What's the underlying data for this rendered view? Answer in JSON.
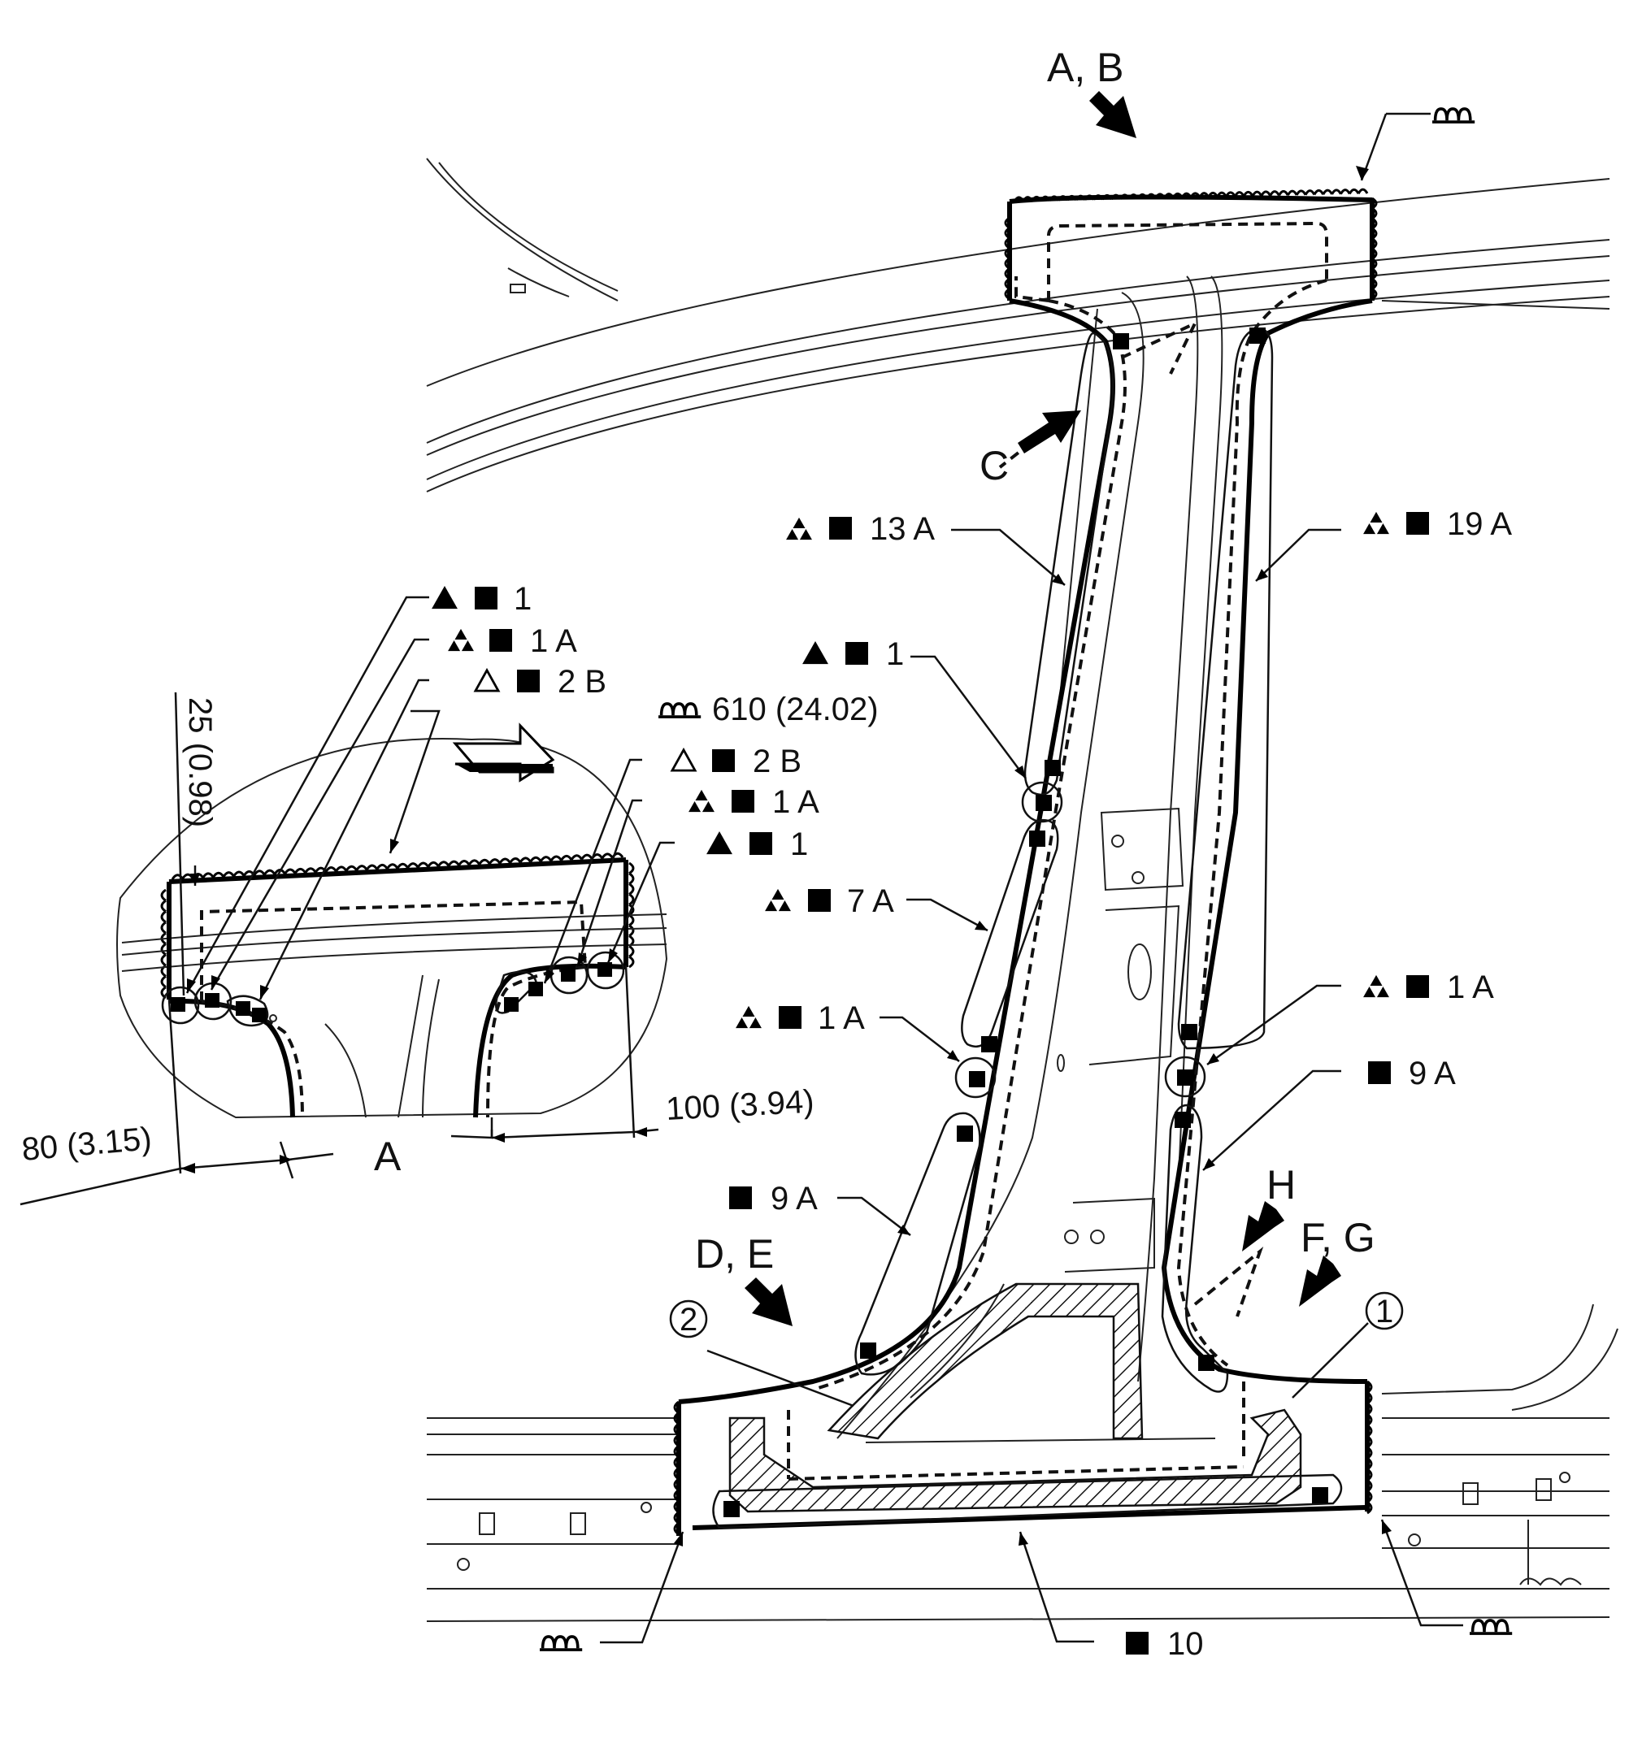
{
  "labels": {
    "view_ab": "A, B",
    "view_c": "C",
    "view_de": "D, E",
    "view_fg": "F, G",
    "view_h": "H",
    "detail_a": "A",
    "weld_13a": "13 A",
    "weld_19a": "19 A",
    "weld_1_mid": "1",
    "weld_7a": "7 A",
    "weld_1a_left": "1 A",
    "weld_1a_right": "1 A",
    "weld_9a_left": "9 A",
    "weld_9a_right": "9 A",
    "weld_10": "10",
    "inset_1": "1",
    "inset_1a": "1 A",
    "inset_2b": "2 B",
    "inset_brazing": "610 (24.02)",
    "inset_r_2b": "2 B",
    "inset_r_1a": "1 A",
    "inset_r_1": "1",
    "dim_25": "25 (0.98)",
    "dim_80": "80 (3.15)",
    "dim_100": "100 (3.94)",
    "callout_1": "1",
    "callout_2": "2"
  },
  "icons": {
    "mig_brazing": "mig-brazing-symbol-icon",
    "spot_weld": "filled-square-icon",
    "triple_triangle": "triple-triangle-icon",
    "filled_triangle": "filled-triangle-icon",
    "open_triangle": "open-triangle-icon",
    "view_arrow": "filled-arrow-icon"
  }
}
